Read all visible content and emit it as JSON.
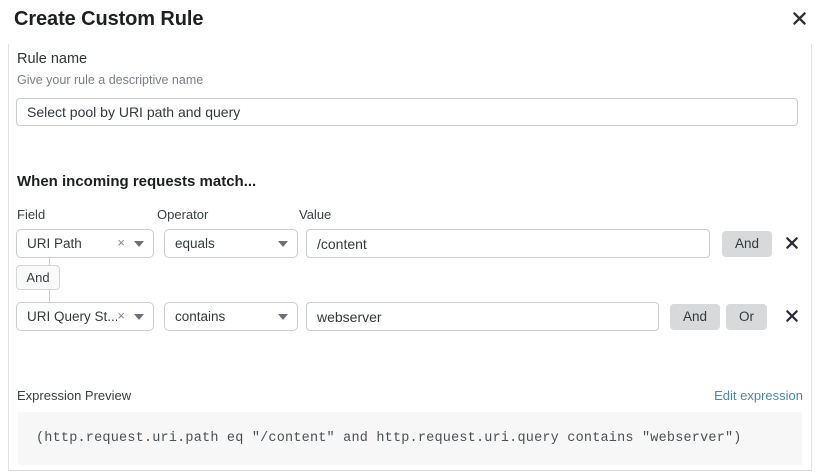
{
  "header": {
    "title": "Create Custom Rule",
    "close_icon": "close-icon"
  },
  "rule_name": {
    "label": "Rule name",
    "help_text": "Give your rule a descriptive name",
    "value": "Select pool by URI path and query",
    "placeholder": "Select pool by URI path and query"
  },
  "match_section": {
    "heading": "When incoming requests match...",
    "columns": {
      "field": "Field",
      "operator": "Operator",
      "value": "Value"
    },
    "connector_badge": "And",
    "rows": [
      {
        "field": "URI Path",
        "clear_icon": "clear-x-icon",
        "caret_icon": "chevron-down-icon",
        "operator": "equals",
        "value": "/content",
        "value_placeholder": "Value",
        "buttons": [
          "And"
        ],
        "delete_icon": "close-icon"
      },
      {
        "field": "URI Query St...",
        "clear_icon": "clear-x-icon",
        "caret_icon": "chevron-down-icon",
        "operator": "contains",
        "value": "webserver",
        "value_placeholder": "Value",
        "buttons": [
          "And",
          "Or"
        ],
        "delete_icon": "close-icon"
      }
    ]
  },
  "expression_preview": {
    "label": "Expression Preview",
    "edit_link": "Edit expression",
    "expression": "(http.request.uri.path eq \"/content\" and http.request.uri.query contains \"webserver\")"
  },
  "colors": {
    "accent_link": "#4c86ad",
    "button_gray": "#d8d9da",
    "border": "#c9cdd0",
    "expr_bg": "#f7f7f7",
    "text": "#2f3437",
    "muted": "#7c8185"
  }
}
